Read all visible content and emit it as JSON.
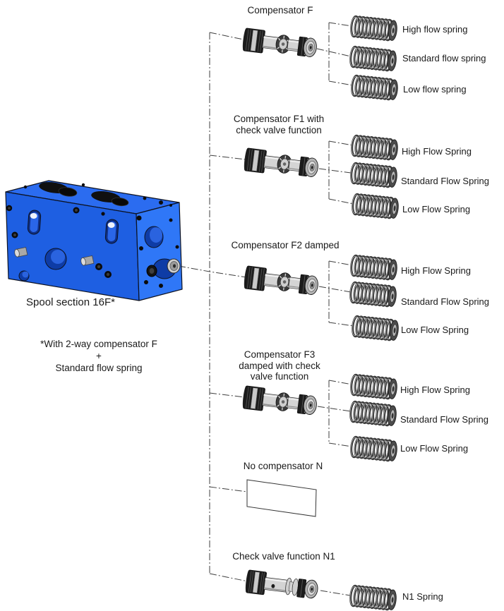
{
  "block": {
    "label": "Spool section 16F*",
    "footnote": "*With 2-way compensator F\n+\nStandard flow spring"
  },
  "groups": {
    "f": {
      "title": "Compensator F",
      "springs": [
        "High flow spring",
        "Standard flow spring",
        "Low flow spring"
      ]
    },
    "f1": {
      "title": "Compensator F1 with\ncheck valve function",
      "springs": [
        "High Flow Spring",
        "Standard Flow Spring",
        "Low Flow Spring"
      ]
    },
    "f2": {
      "title": "Compensator F2 damped",
      "springs": [
        "High Flow Spring",
        "Standard Flow Spring",
        "Low Flow Spring"
      ]
    },
    "f3": {
      "title": "Compensator F3\ndamped with check\nvalve function",
      "springs": [
        "High Flow Spring",
        "Standard Flow Spring",
        "Low Flow Spring"
      ]
    },
    "n": {
      "title": "No compensator N",
      "springs": []
    },
    "n1": {
      "title": "Check valve function N1",
      "springs": [
        "N1 Spring"
      ]
    }
  },
  "colors": {
    "page-bg": "#ffffff",
    "text": "#1a1a1a",
    "line": "#3f3f3f",
    "block-top": "#2b6cf0",
    "block-front": "#1e5fe2",
    "block-side": "#2f77f7",
    "bore-dark": "#0e3ca6",
    "bore-light": "#2a63df",
    "metal-light": "#d4d4d4",
    "metal-dark": "#1c1c1c",
    "coil": "#3a3a3a"
  }
}
